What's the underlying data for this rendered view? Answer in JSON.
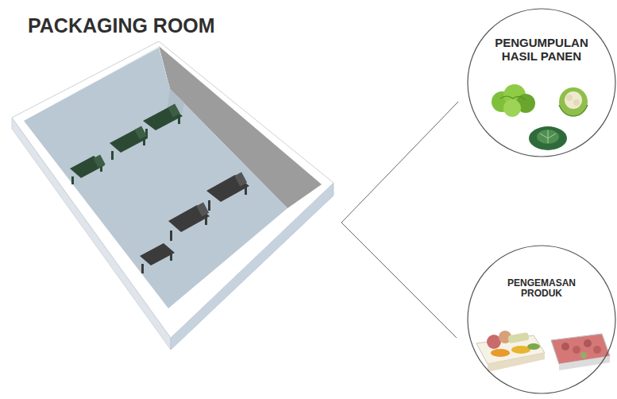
{
  "diagram": {
    "title": "PACKAGING ROOM",
    "nodes": [
      {
        "text": [
          "PENGUMPULAN HASIL PANEN"
        ]
      },
      {
        "text": [
          "PENGEMASAN PRODUK"
        ]
      }
    ]
  }
}
